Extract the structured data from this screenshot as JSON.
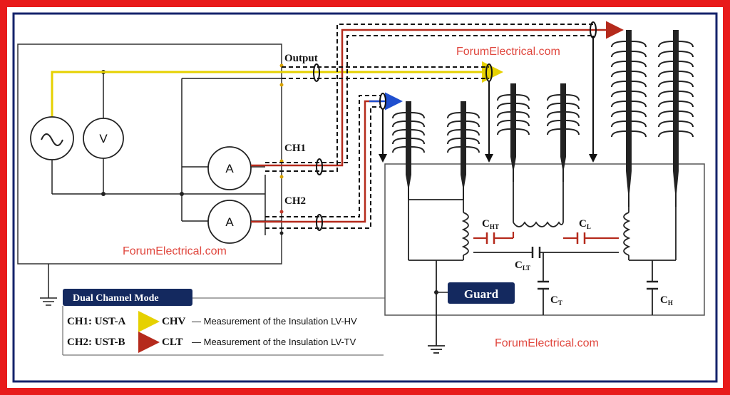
{
  "watermarks": [
    "ForumElectrical.com",
    "ForumElectrical.com",
    "ForumElectrical.com"
  ],
  "labels": {
    "output": "Output",
    "ch1": "CH1",
    "ch2": "CH2",
    "voltmeter": "V",
    "ammeter1": "A",
    "ammeter2": "A",
    "guard": "Guard"
  },
  "capacitors": {
    "cht": {
      "main": "C",
      "sub": "HT"
    },
    "cl": {
      "main": "C",
      "sub": "L"
    },
    "clt": {
      "main": "C",
      "sub": "LT"
    },
    "ct": {
      "main": "C",
      "sub": "T"
    },
    "ch": {
      "main": "C",
      "sub": "H"
    }
  },
  "legend": {
    "title": "Dual Channel Mode",
    "rows": [
      {
        "channel": "CH1: UST-A",
        "target": "CHV",
        "description": "— Measurement of the Insulation LV-HV",
        "arrow_color": "#e6d100"
      },
      {
        "channel": "CH2: UST-B",
        "target": "CLT",
        "description": "— Measurement of the Insulation LV-TV",
        "arrow_color": "#b52a1c"
      }
    ]
  },
  "colors": {
    "frame_red": "#e81b1b",
    "frame_navy": "#14236b",
    "yellow_wire": "#e6d100",
    "red_wire": "#b52a1c",
    "blue_wire": "#1f4fcf",
    "watermark": "#e0473e",
    "guard_bg": "#14295f"
  }
}
